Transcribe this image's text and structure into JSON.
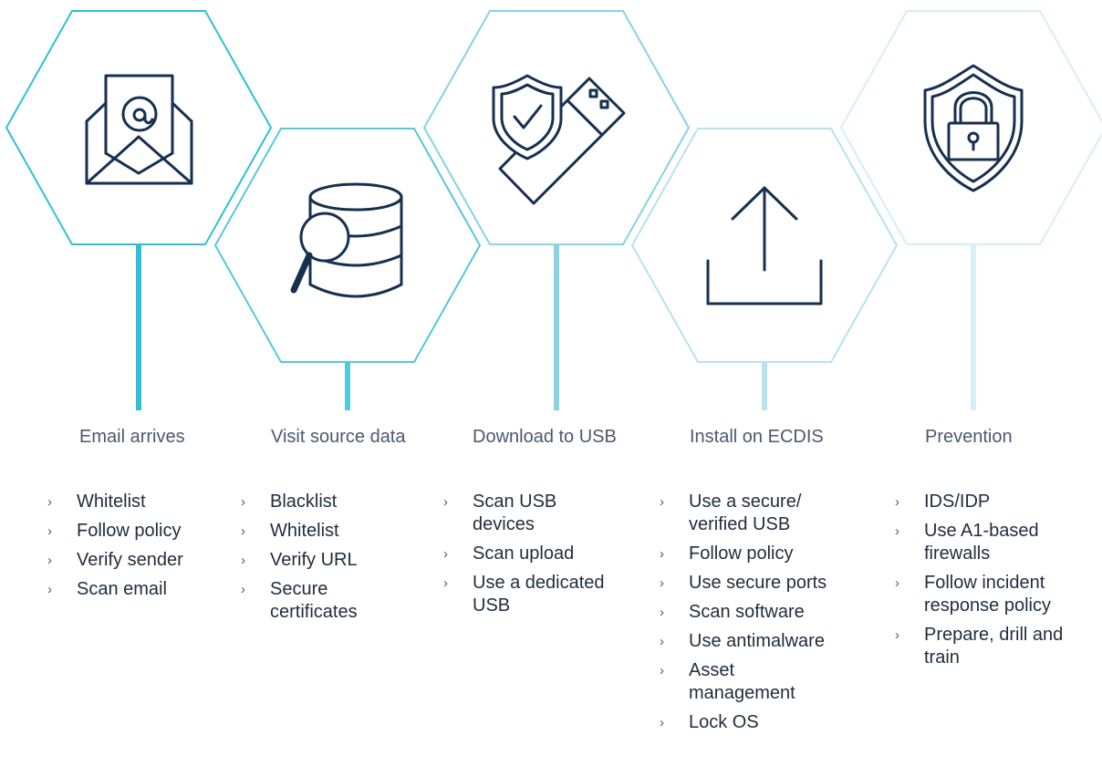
{
  "steps": [
    {
      "title": "Email arrives",
      "icon": "envelope-at-icon",
      "color": "#2fc0d8",
      "items": [
        "Whitelist",
        "Follow policy",
        "Verify sender",
        "Scan email"
      ]
    },
    {
      "title": "Visit source data",
      "icon": "database-search-icon",
      "color": "#55c8dd",
      "items": [
        "Blacklist",
        "Whitelist",
        "Verify URL",
        "Secure certificates"
      ]
    },
    {
      "title": "Download to USB",
      "icon": "shield-usb-icon",
      "color": "#85d3e3",
      "items": [
        "Scan USB devices",
        "Scan upload",
        "Use a dedicated USB"
      ]
    },
    {
      "title": "Install on ECDIS",
      "icon": "upload-icon",
      "color": "#b6e3ee",
      "items": [
        "Use a secure/ verified USB",
        "Follow policy",
        "Use secure ports",
        "Scan software",
        "Use antimalware",
        "Asset management",
        "Lock OS"
      ]
    },
    {
      "title": "Prevention",
      "icon": "shield-lock-icon",
      "color": "#d6eef5",
      "items": [
        "IDS/IDP",
        "Use A1-based firewalls",
        "Follow incident response policy",
        "Prepare, drill and train"
      ]
    }
  ],
  "icon_stroke_color": "#16304f"
}
